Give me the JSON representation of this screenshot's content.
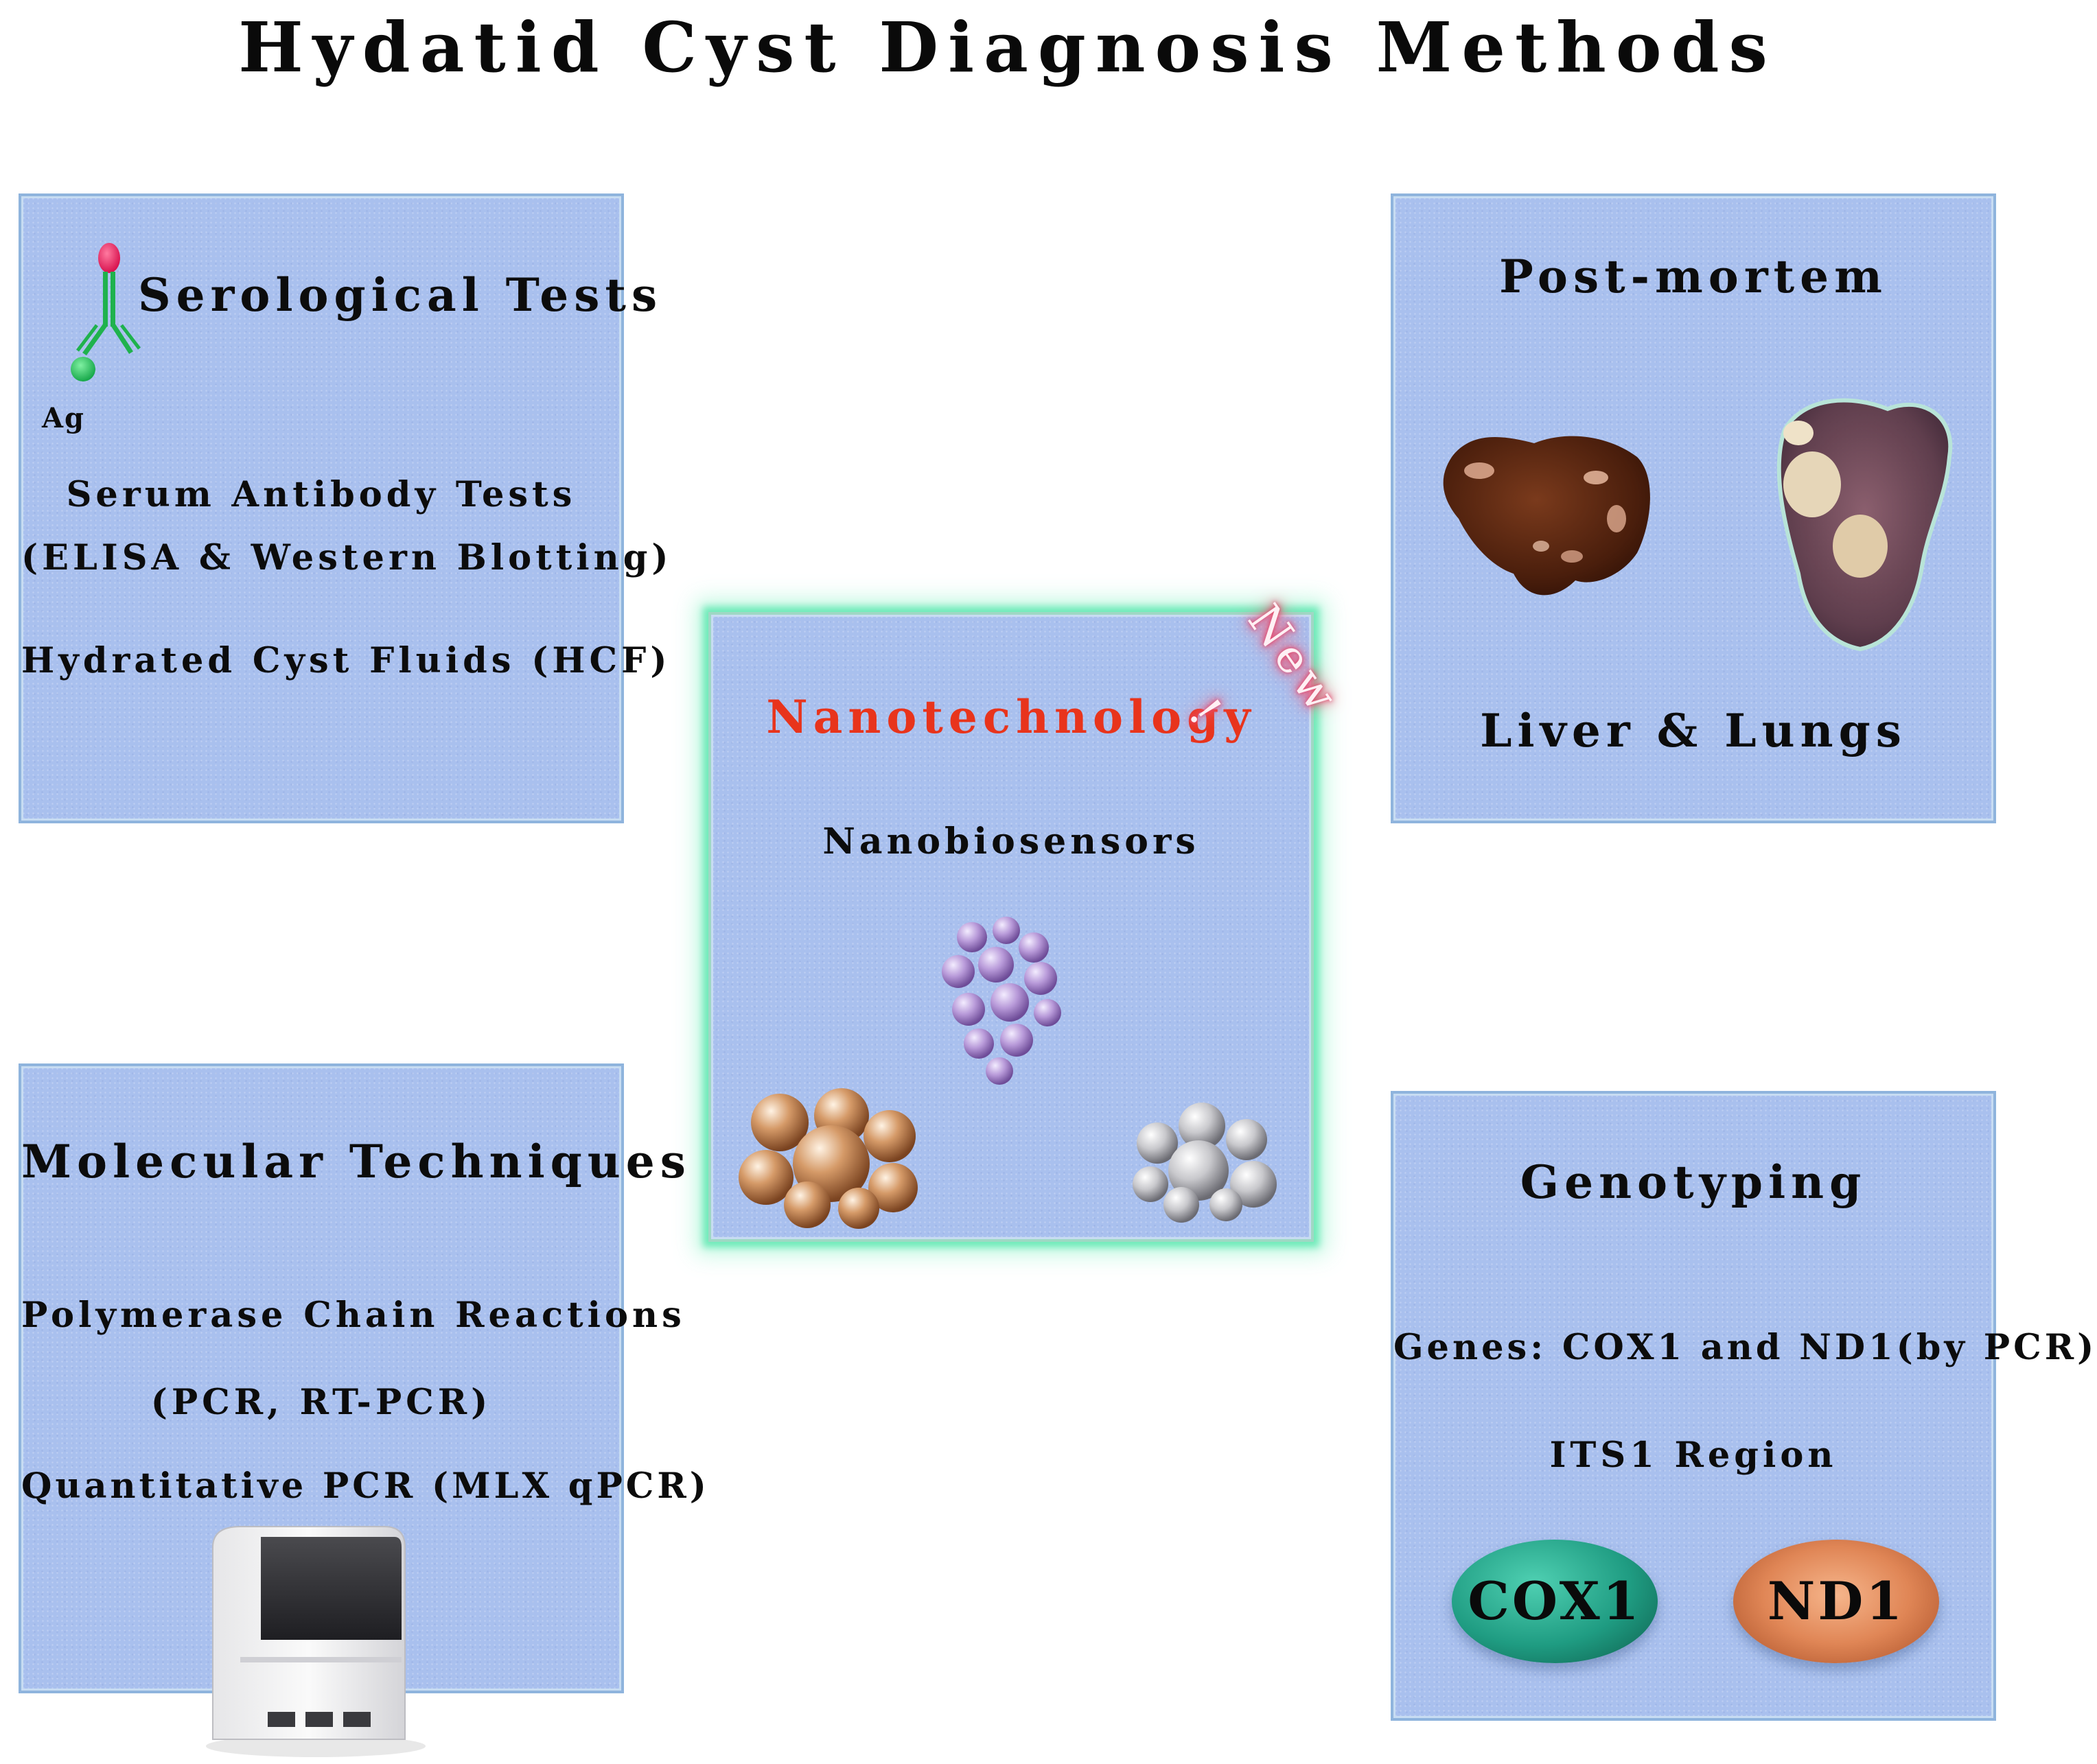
{
  "title": "Hydatid Cyst Diagnosis Methods",
  "serological": {
    "heading": "Serological Tests",
    "icon_label": "Ag",
    "icon": "antibody-antigen-icon",
    "lines": [
      "Serum Antibody Tests",
      "(ELISA & Western Blotting)",
      "Hydrated Cyst Fluids (HCF)"
    ]
  },
  "postmortem": {
    "heading": "Post-mortem",
    "images": [
      "liver-specimen",
      "lung-specimen"
    ],
    "caption": "Liver & Lungs"
  },
  "nanotechnology": {
    "heading": "Nanotechnology",
    "heading_color": "#e8341c",
    "subtitle": "Nanobiosensors",
    "badge": "New !",
    "images": [
      "purple-nanoparticle-cluster",
      "copper-nanoparticle-cluster",
      "silver-nanoparticle-cluster"
    ]
  },
  "molecular": {
    "heading": "Molecular Techniques",
    "lines": [
      "Polymerase Chain Reactions",
      "(PCR, RT-PCR)",
      "Quantitative PCR (MLX qPCR)"
    ],
    "image": "qpcr-machine"
  },
  "genotyping": {
    "heading": "Genotyping",
    "lines": [
      "Genes: COX1 and ND1(by PCR)",
      "ITS1 Region"
    ],
    "markers": [
      {
        "label": "COX1",
        "color": "#1f9c82"
      },
      {
        "label": "ND1",
        "color": "#d9764a"
      }
    ]
  },
  "colors": {
    "box_fill": "#a9c0ee",
    "box_border": "#8fb4dd",
    "glow": "#50e6aa"
  }
}
